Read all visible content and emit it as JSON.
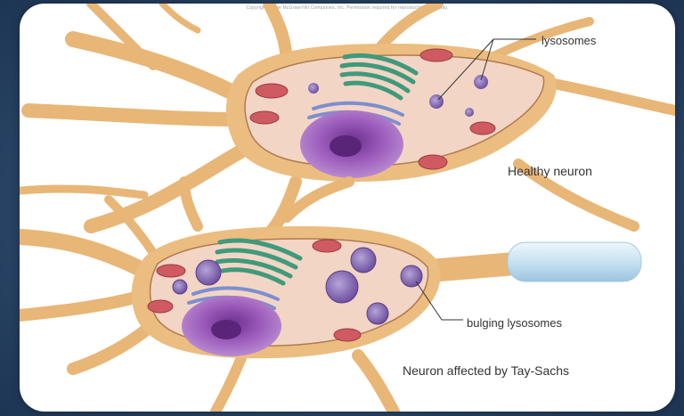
{
  "copyright": "Copyright © The McGraw-Hill Companies, Inc. Permission required for reproduction or display.",
  "labels": {
    "lysosomes": "lysosomes",
    "healthy": "Healthy neuron",
    "bulging": "bulging lysosomes",
    "affected": "Neuron affected by Tay-Sachs"
  },
  "colors": {
    "background": "#2c4a6e",
    "card": "#ffffff",
    "neuron": "#e9b878",
    "cytoplasm": "#f2d3c0",
    "nucleus": "#8a4aa8",
    "golgi": "#4fa88a",
    "lysosome": "#7a5aa8",
    "mitochondria": "#c8505a"
  }
}
